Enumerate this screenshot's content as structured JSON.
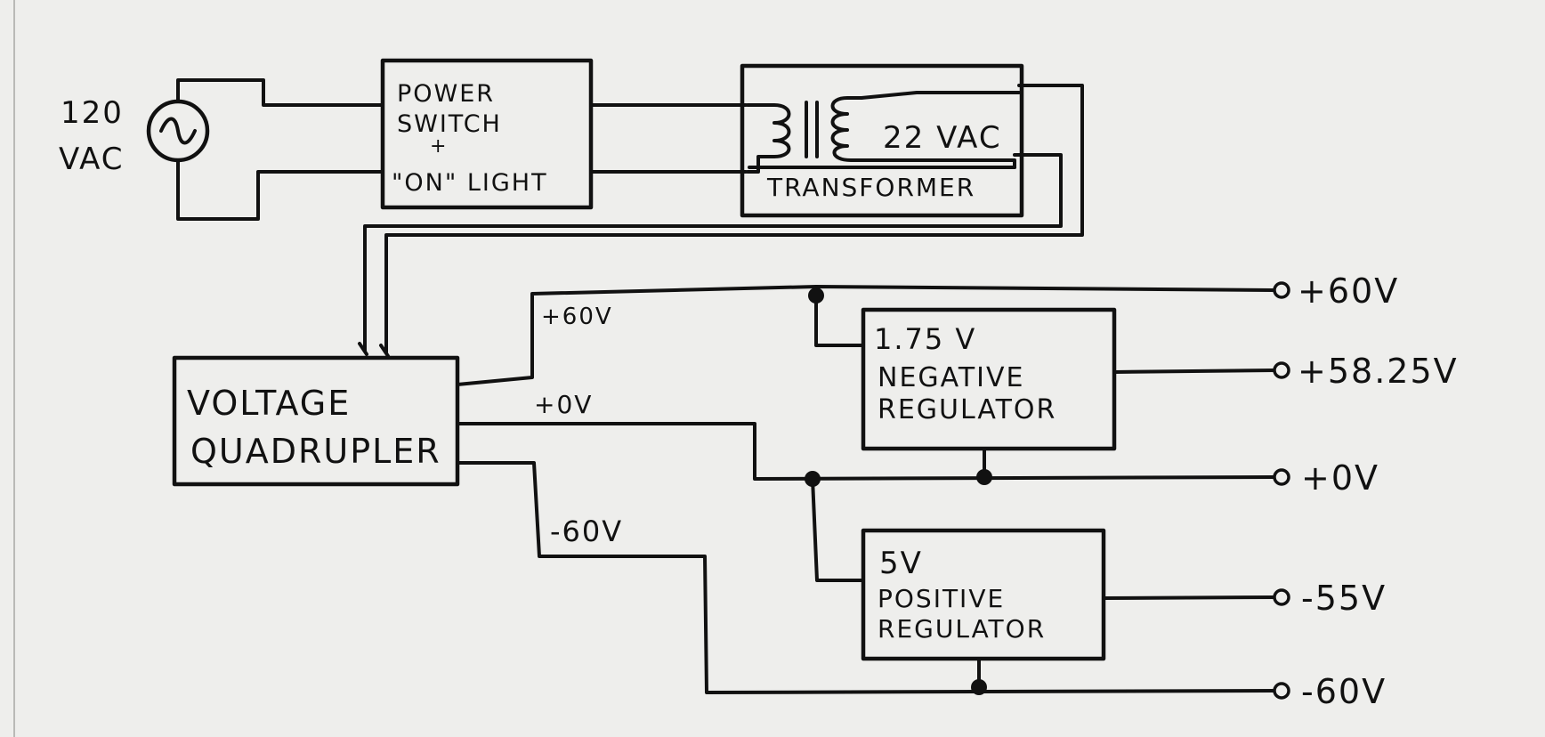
{
  "source": {
    "label_line1": "120",
    "label_line2": "VAC"
  },
  "power_switch": {
    "line1": "POWER",
    "line2": "SWITCH",
    "line3": "+",
    "line4": "\"ON\" LIGHT"
  },
  "transformer": {
    "secondary": "22 VAC",
    "name": "TRANSFORMER"
  },
  "quadrupler": {
    "line1": "VOLTAGE",
    "line2": "QUADRUPLER"
  },
  "rails": {
    "pos": "+60V",
    "zero": "+0V",
    "neg": "-60V"
  },
  "neg_regulator": {
    "line1": "1.75 V",
    "line2": "NEGATIVE",
    "line3": "REGULATOR"
  },
  "pos_regulator": {
    "line1": "5V",
    "line2": "POSITIVE",
    "line3": "REGULATOR"
  },
  "outputs": [
    "+60V",
    "+58.25V",
    "+0V",
    "-55V",
    "-60V"
  ]
}
